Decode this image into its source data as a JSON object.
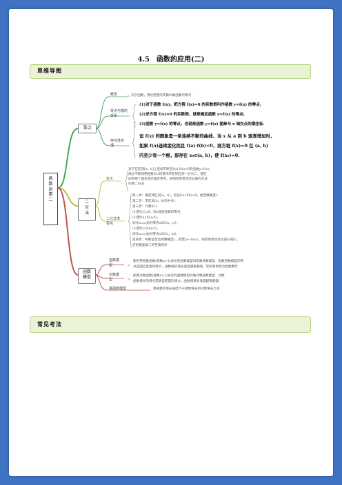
{
  "doc": {
    "title": "4.5　函数的应用(二)",
    "section_mindmap": "思维导图",
    "section_exam": "常见考法"
  },
  "mindmap": {
    "root": "函数运用二",
    "zero": {
      "label": "零点",
      "concept": {
        "label": "概念",
        "text": "对于函数，我们把使的实数叫做函数的零点．"
      },
      "relation": {
        "label": "零点与根的关系",
        "lines": [
          "(1)对于函数 f(x)，把方程 f(x)=0 的实数根叫作函数 y=f(x) 的零点;",
          "(2)求方程 f(x)=0 的实数根，就是确定函数 y=f(x) 的零点;",
          "(3)函数 y=f(x) 的零点，也就是函数 y=f(x) 图象与 x 轴交点的横坐标."
        ]
      },
      "existence": {
        "label": "存在性定理",
        "lines": [
          "设 f(x) 的图象是一条连续不断的曲线，当 x 从 a 到 b 逐渐增加时，",
          "如果 f(a)连续变化而且 f(a)·f(b)<0，则方程 f(x)=0 在 (a, b)",
          "内至少有一个根，即存在 x₀∈(a, b)，使 f(x₀)=0."
        ]
      }
    },
    "bisection": {
      "label": "二分法",
      "definition": {
        "label": "定义",
        "lines": [
          "对于在区间[a，b]上连续不断且f(a)·f(b)<0的函数y=f(x)，",
          "通过不断地把函数f(x)的零点所在的区间一分为二，使区",
          "间的两个端点逐步逼近零点，进而得到零点近似值的方法",
          "叫做二分法."
        ]
      },
      "steps": {
        "label": "二分法求零点",
        "lines": [
          "第一步：确定闭区间[a，b]，验证f(a)·f(b)<0，给定精确度ε．",
          "第二步：求区间(a，b)的中点c．",
          "第三步：计算f(c)．",
          "(1)若f(c)=0，则c就是函数的零点；",
          "(2)若f(a)·f(c)<0，",
          "则令b=c(此时零点x0∈(a，c))；",
          "(3)若f(c)·f(b)<0，",
          "则令a=c(此时零点x0∈(c，b))．",
          "第四步：判断是否达到精确度ε，即若|a－b|<ε，则得到零点近似值a(或b)，",
          "否则重复第二步至第四步．"
        ]
      }
    },
    "models": {
      "label": "函数模型",
      "exp": {
        "label": "指数模型",
        "lines": [
          "能利用指数函数(底数a>1)表达的函数模型叫指数函数模型．指数函数模型的特",
          "点是随自变量的增大，函数值的增长速度越来越快，常形象地称为指数爆炸"
        ]
      },
      "log": {
        "label": "对数模型",
        "lines": [
          "能用对数函数(底数a>1)表达的函数模型叫做对数函数模型．对数",
          "函数增长的特点是随自变量的增大，函数值增长速度越来越慢."
        ]
      },
      "compare": {
        "label": "幂函数模型",
        "text": "幂函数的增长速度介于指数增长和对数增长之间"
      }
    }
  }
}
